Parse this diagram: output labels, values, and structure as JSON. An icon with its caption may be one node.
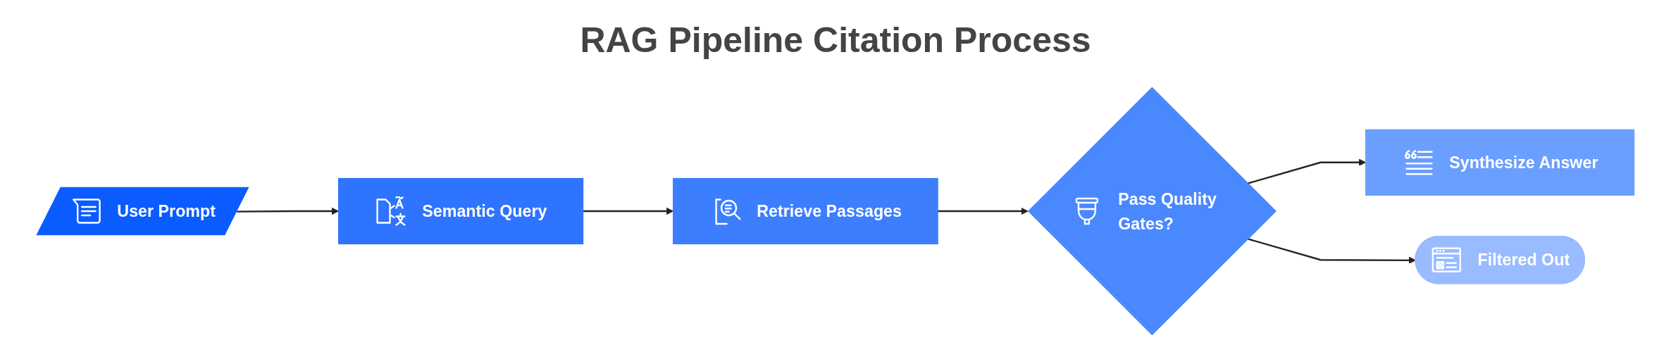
{
  "diagram": {
    "title": "RAG Pipeline Citation Process",
    "nodes": [
      {
        "text": [
          "User Prompt"
        ]
      },
      {
        "text": [
          "Semantic Query"
        ]
      },
      {
        "text": [
          "Retrieve Passages"
        ]
      },
      {
        "text": [
          "Pass Quality Gates?"
        ]
      },
      {
        "text": [
          "Synthesize Answer"
        ]
      },
      {
        "text": [
          "Filtered Out"
        ]
      }
    ],
    "edges": [
      {
        "from": 0,
        "to": 1,
        "arrow": "to"
      },
      {
        "from": 1,
        "to": 2,
        "arrow": "to"
      },
      {
        "from": 2,
        "to": 3,
        "arrow": "to"
      },
      {
        "from": 3,
        "to": 4,
        "arrow": "to"
      },
      {
        "from": 3,
        "to": 5,
        "arrow": "to"
      }
    ]
  }
}
